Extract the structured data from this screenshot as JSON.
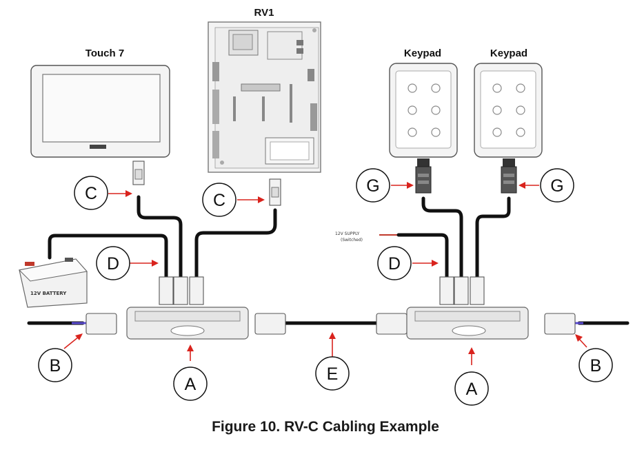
{
  "devices": {
    "touch7": "Touch 7",
    "rv1": "RV1",
    "keypad1": "Keypad",
    "keypad2": "Keypad",
    "battery": "12V BATTERY",
    "supply_line1": "12V SUPPLY",
    "supply_line2": "(Switched)"
  },
  "callouts": {
    "c_left": "C",
    "c_right": "C",
    "d_left": "D",
    "d_right": "D",
    "g_left": "G",
    "g_right": "G",
    "b_left": "B",
    "b_right": "B",
    "a_left": "A",
    "a_right": "A",
    "e": "E"
  },
  "caption": "Figure 10. RV-C Cabling Example",
  "colors": {
    "arrow": "#d9231d",
    "cable": "#111111",
    "terminator_wire": "#5a4bd1",
    "supply_wire": "#c0392b"
  }
}
